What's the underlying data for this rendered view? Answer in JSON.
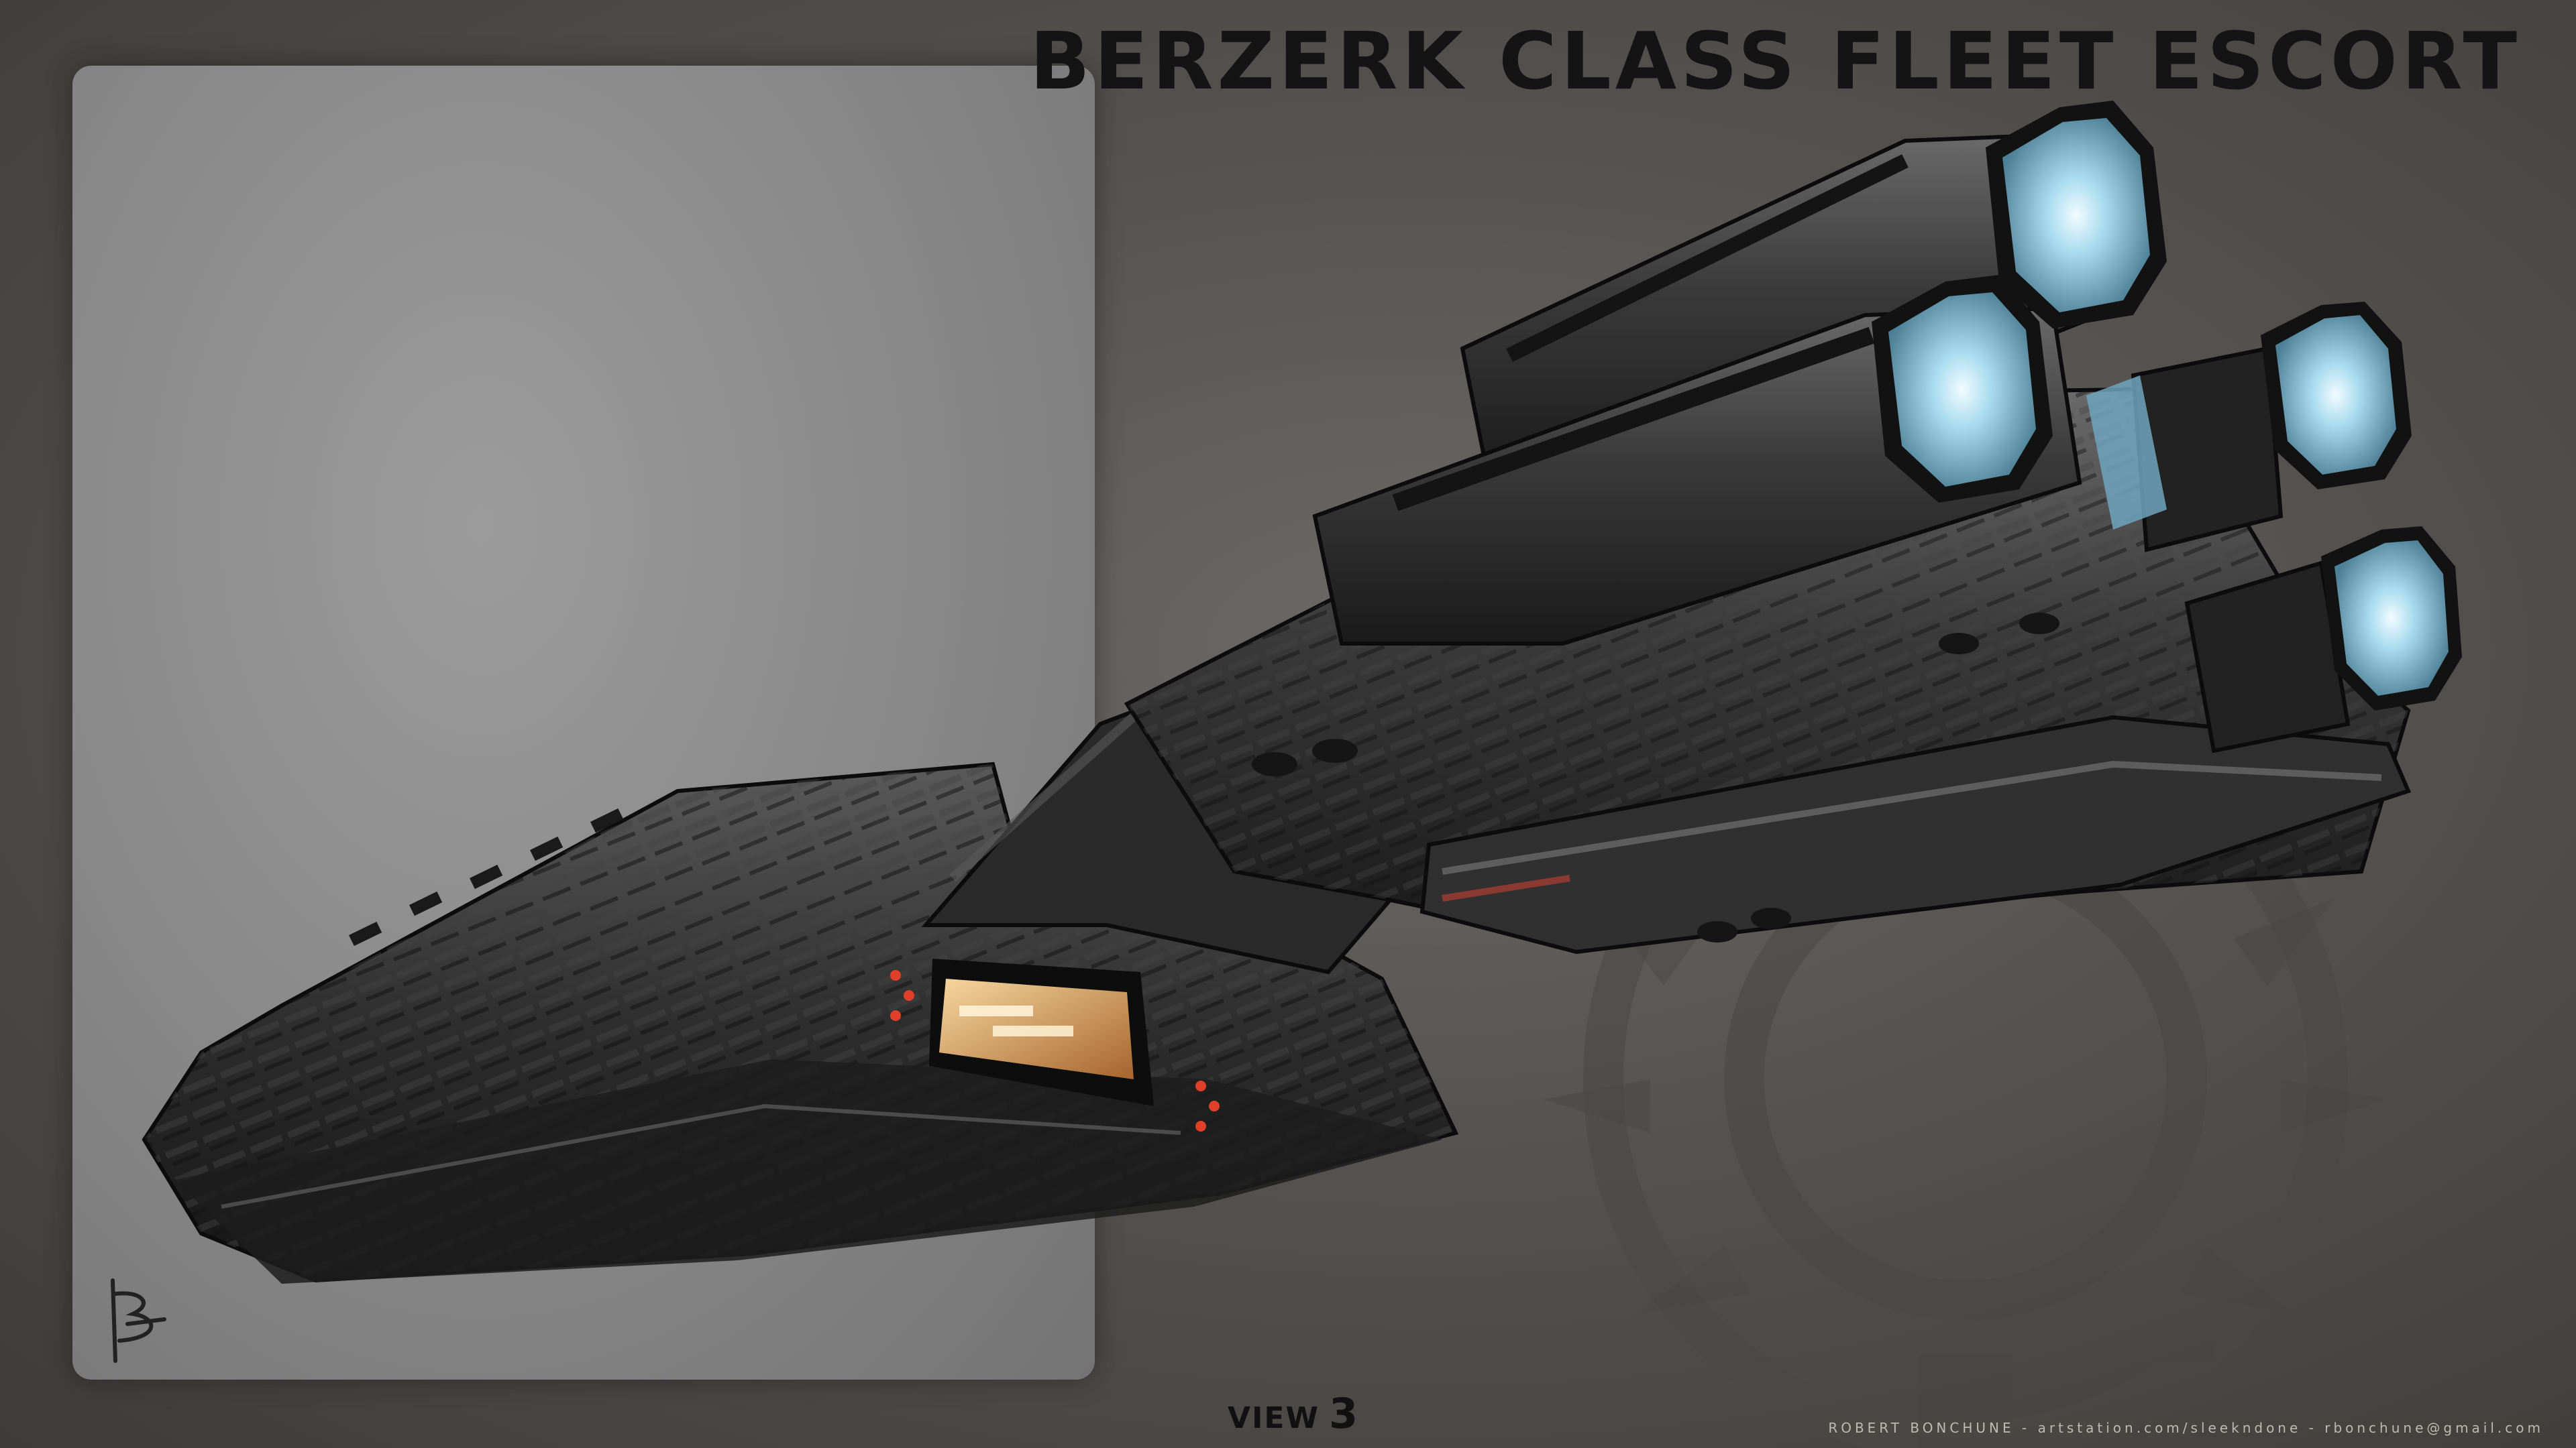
{
  "title": "BERZERK CLASS FLEET ESCORT",
  "view": {
    "word": "VIEW",
    "number": "3"
  },
  "credit": "ROBERT BONCHUNE - artstation.com/sleekndone - rbonchune@gmail.com",
  "colors": {
    "background": "#55534f",
    "panel": "#8a8a8a",
    "title": "#141414",
    "hull": "#2a2a2a",
    "engine_glow": "#8fd0ea",
    "hangar_glow": "#e8a15a",
    "warning_light": "#e0402a"
  },
  "icons": {
    "emblem": "colonial-sunburst-emblem",
    "signature": "artist-signature-monogram"
  }
}
